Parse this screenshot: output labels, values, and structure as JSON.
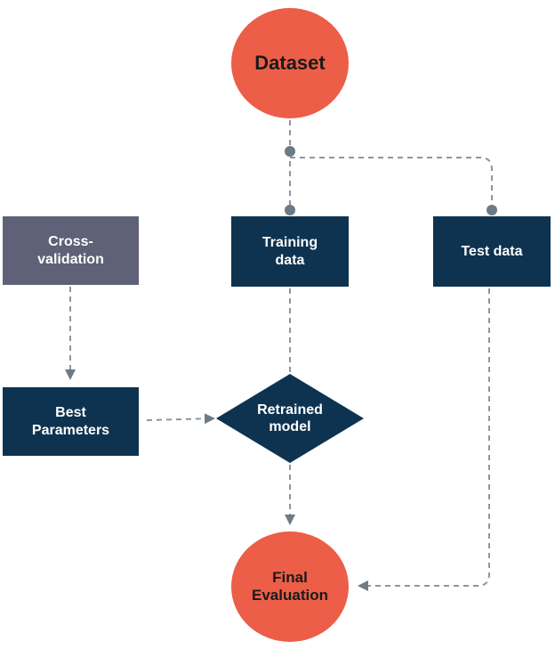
{
  "diagram": {
    "nodes": {
      "dataset": {
        "label": "Dataset",
        "shape": "circle"
      },
      "training_data": {
        "label": "Training\ndata",
        "shape": "rectangle"
      },
      "test_data": {
        "label": "Test data",
        "shape": "rectangle"
      },
      "cross_validation": {
        "label": "Cross-\nvalidation",
        "shape": "rectangle"
      },
      "best_parameters": {
        "label": "Best\nParameters",
        "shape": "rectangle"
      },
      "retrained_model": {
        "label": "Retrained\nmodel",
        "shape": "diamond"
      },
      "final_evaluation": {
        "label": "Final\nEvaluation",
        "shape": "circle"
      }
    },
    "edges": [
      {
        "from": "dataset",
        "to": "training_data",
        "style": "dashed"
      },
      {
        "from": "dataset",
        "to": "test_data",
        "style": "dashed"
      },
      {
        "from": "cross_validation",
        "to": "best_parameters",
        "style": "dashed"
      },
      {
        "from": "best_parameters",
        "to": "retrained_model",
        "style": "dashed"
      },
      {
        "from": "training_data",
        "to": "retrained_model",
        "style": "dashed"
      },
      {
        "from": "retrained_model",
        "to": "final_evaluation",
        "style": "dashed"
      },
      {
        "from": "test_data",
        "to": "final_evaluation",
        "style": "dashed"
      }
    ],
    "colors": {
      "circle_fill": "#ec5e47",
      "box_fill": "#0e3350",
      "cross_validation_fill": "#5f6178",
      "edge": "#8e969f",
      "dot": "#6b7a85"
    }
  }
}
